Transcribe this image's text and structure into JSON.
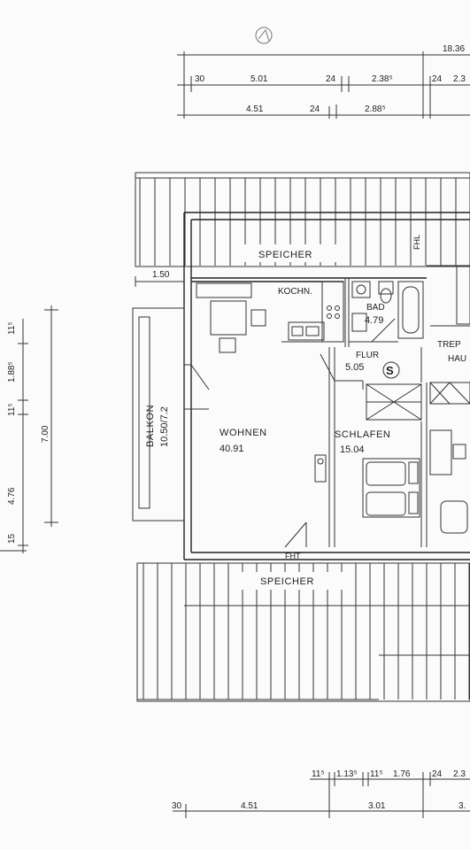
{
  "dimensions": {
    "overall_top": "18.36",
    "top_row1": [
      "30",
      "5.01",
      "24",
      "2.38⁵",
      "24",
      "2.3"
    ],
    "top_row2": [
      "4.51",
      "24",
      "2.88⁵"
    ],
    "left_col": [
      "11⁵",
      "1.88⁵",
      "11⁵",
      "4.76",
      "15"
    ],
    "left_height": "7.00",
    "balcony_offset": "1.50",
    "bottom_row1": [
      "11⁵",
      "1.13⁵",
      "11⁵",
      "1.76",
      "24",
      "2.3"
    ],
    "bottom_row2": [
      "30",
      "4.51",
      "3.01",
      "3."
    ]
  },
  "rooms": {
    "speicher_top": "SPEICHER",
    "kochn": "KOCHN.",
    "bad": "BAD",
    "bad_area": "4.79",
    "flur": "FLUR",
    "flur_area": "5.05",
    "stair_mark": "S",
    "wohnen": "WOHNEN",
    "wohnen_area": "40.91",
    "schlafen": "SCHLAFEN",
    "schlafen_area": "15.04",
    "balkon": "BALKON",
    "balkon_area": "10.50/7.2",
    "speicher_bottom": "SPEICHER",
    "treppe": "TREP",
    "haus": "HAU",
    "fhl": "FHL",
    "fht": "FHT"
  }
}
